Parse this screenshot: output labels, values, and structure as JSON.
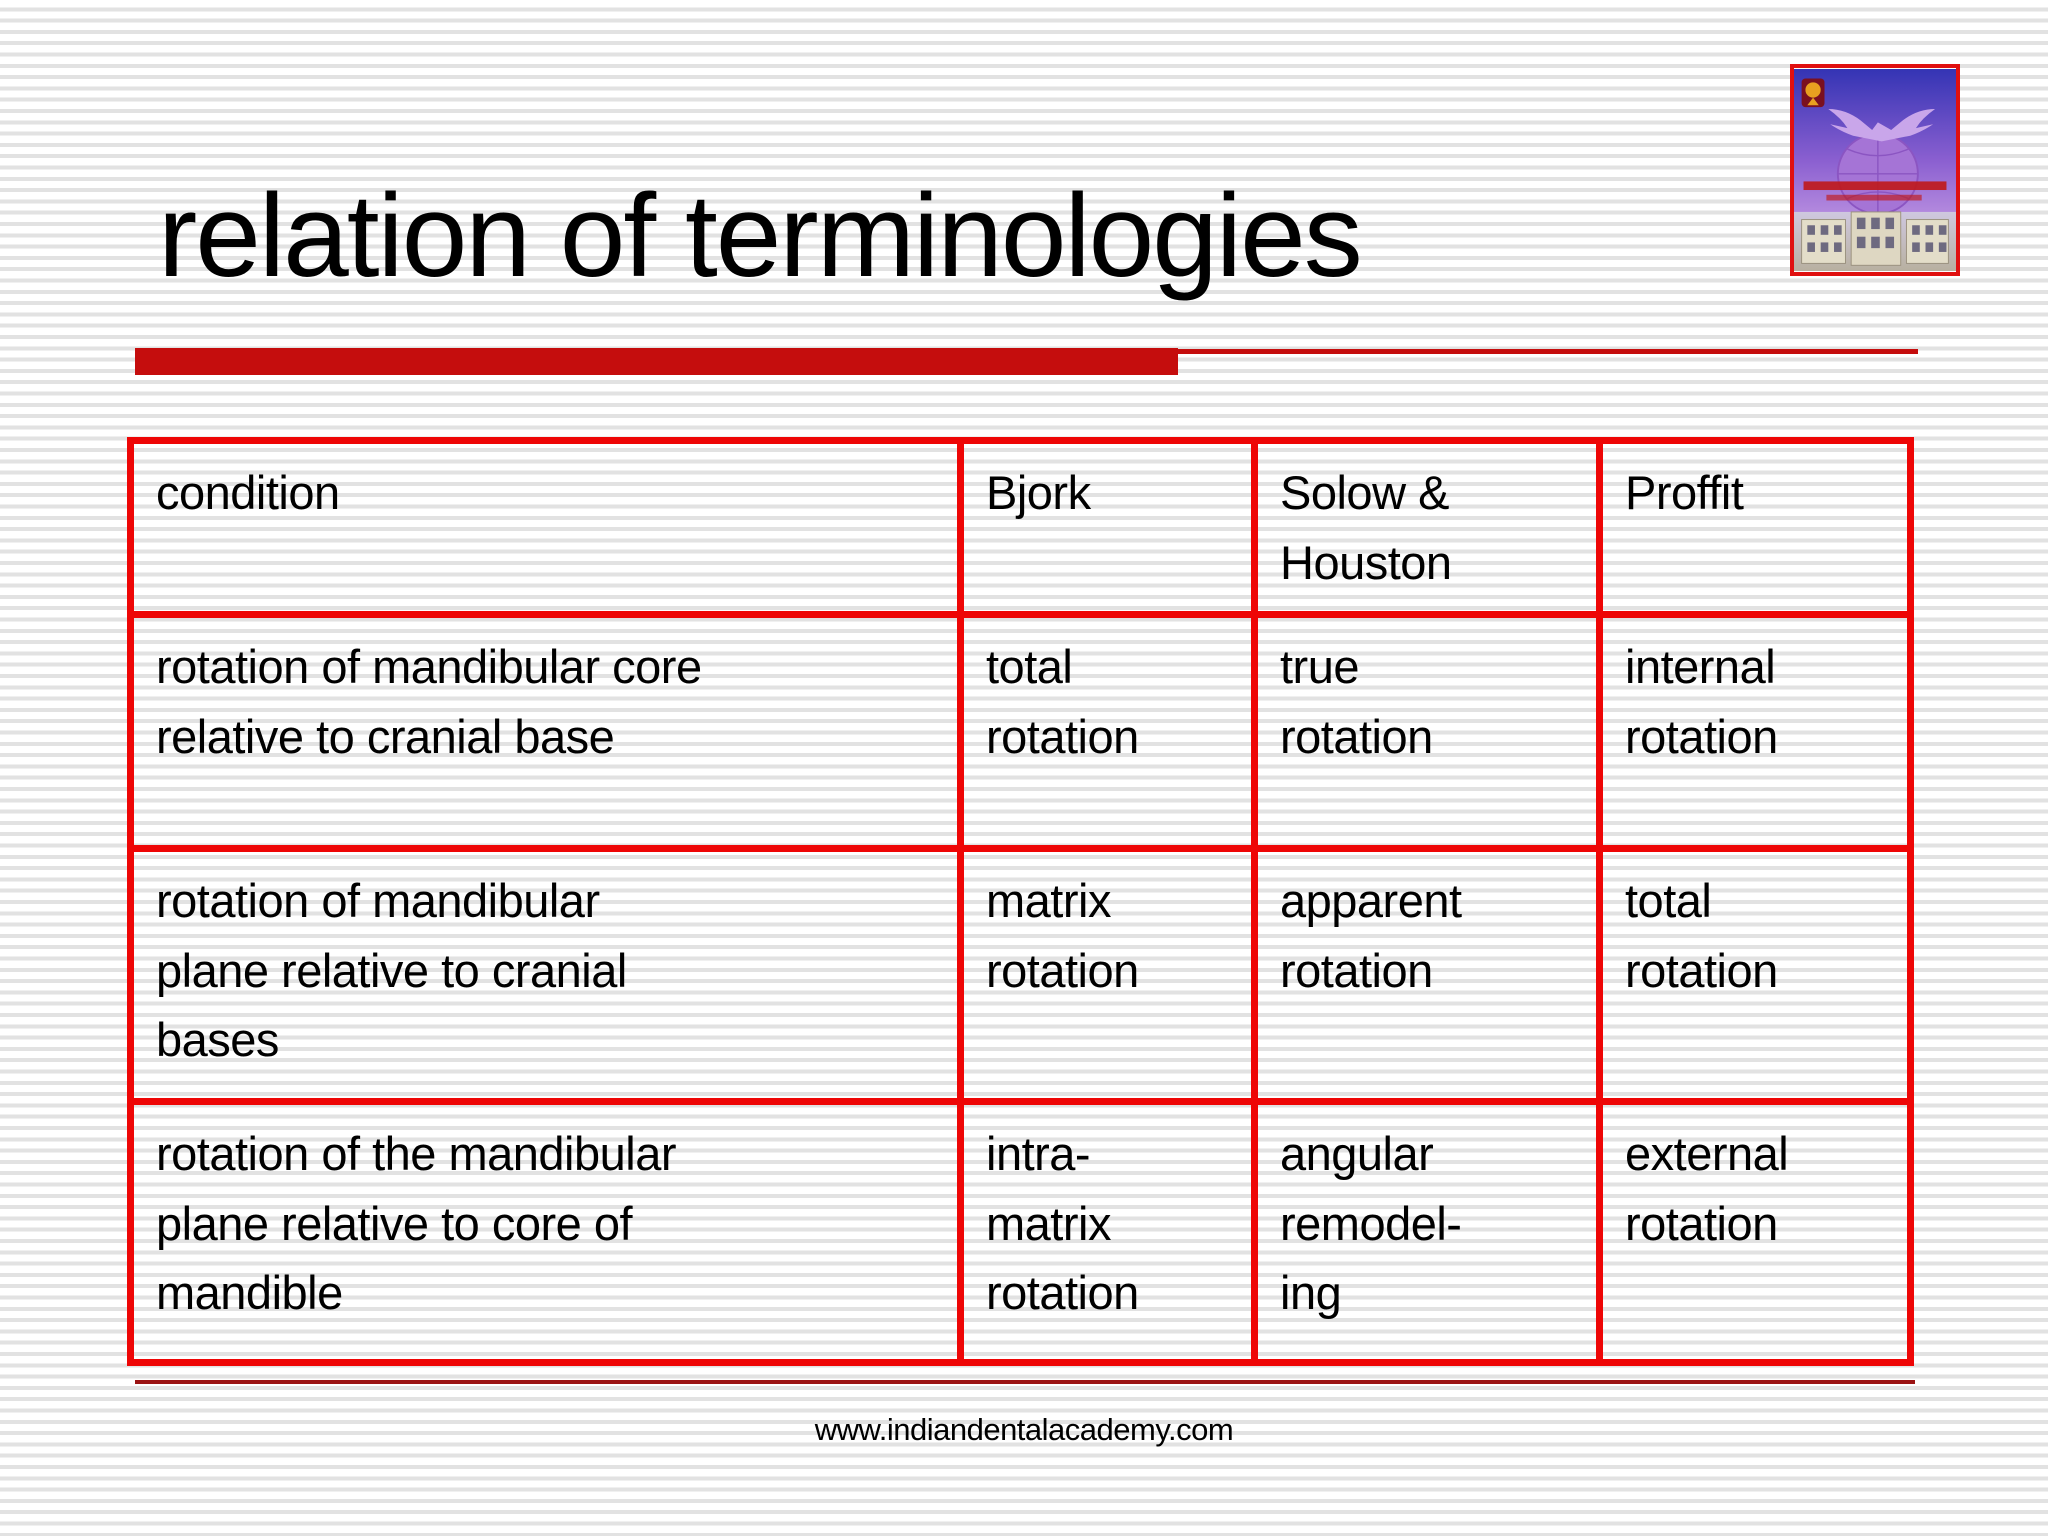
{
  "slide": {
    "title": "relation of terminologies",
    "footer_url": "www.indiandentalacademy.com"
  },
  "table": {
    "headers": {
      "condition": "condition",
      "bjork": "Bjork",
      "solow_houston": "Solow &\nHouston",
      "proffit": "Proffit"
    },
    "rows": [
      {
        "condition": "rotation of mandibular core\nrelative to cranial base",
        "bjork": "total\nrotation",
        "solow_houston": "true\nrotation",
        "proffit": "internal\nrotation"
      },
      {
        "condition": "rotation of mandibular\nplane relative to cranial\nbases",
        "bjork": "matrix\nrotation",
        "solow_houston": "apparent\nrotation",
        "proffit": "total\nrotation"
      },
      {
        "condition": "rotation of the mandibular\nplane relative to core of\nmandible",
        "bjork": "intra-\nmatrix\nrotation",
        "solow_houston": "angular\nremodel-\ning",
        "proffit": "external\nrotation"
      }
    ]
  },
  "colors": {
    "table_border": "#ee0606",
    "accent_bar": "#c50d0d",
    "footer_line": "#9b1313",
    "logo_border": "#e01010",
    "stripe": "#e2e2e2"
  }
}
